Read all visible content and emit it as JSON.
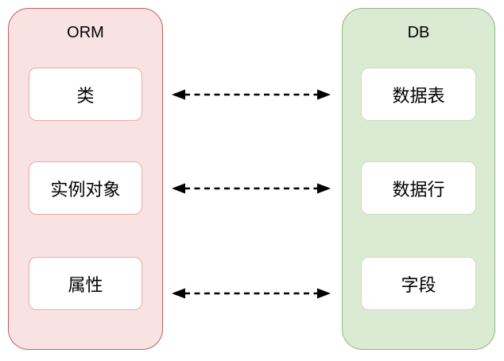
{
  "diagram": {
    "orm": {
      "title": "ORM",
      "items": [
        {
          "label": "类"
        },
        {
          "label": "实例对象"
        },
        {
          "label": "属性"
        }
      ]
    },
    "db": {
      "title": "DB",
      "items": [
        {
          "label": "数据表"
        },
        {
          "label": "数据行"
        },
        {
          "label": "字段"
        }
      ]
    },
    "connections": [
      {
        "from": "类",
        "to": "数据表",
        "style": "dashed-double-arrow"
      },
      {
        "from": "实例对象",
        "to": "数据行",
        "style": "dashed-double-arrow"
      },
      {
        "from": "属性",
        "to": "字段",
        "style": "dashed-double-arrow"
      }
    ],
    "colors": {
      "orm_fill": "#f9e3e2",
      "orm_stroke": "#c0605e",
      "orm_item_stroke": "#eba9a7",
      "db_fill": "#dbead3",
      "db_stroke": "#93b87f",
      "db_item_stroke": "#cbe0c0",
      "item_fill": "#ffffff",
      "arrow": "#000000",
      "text": "#000000"
    }
  }
}
